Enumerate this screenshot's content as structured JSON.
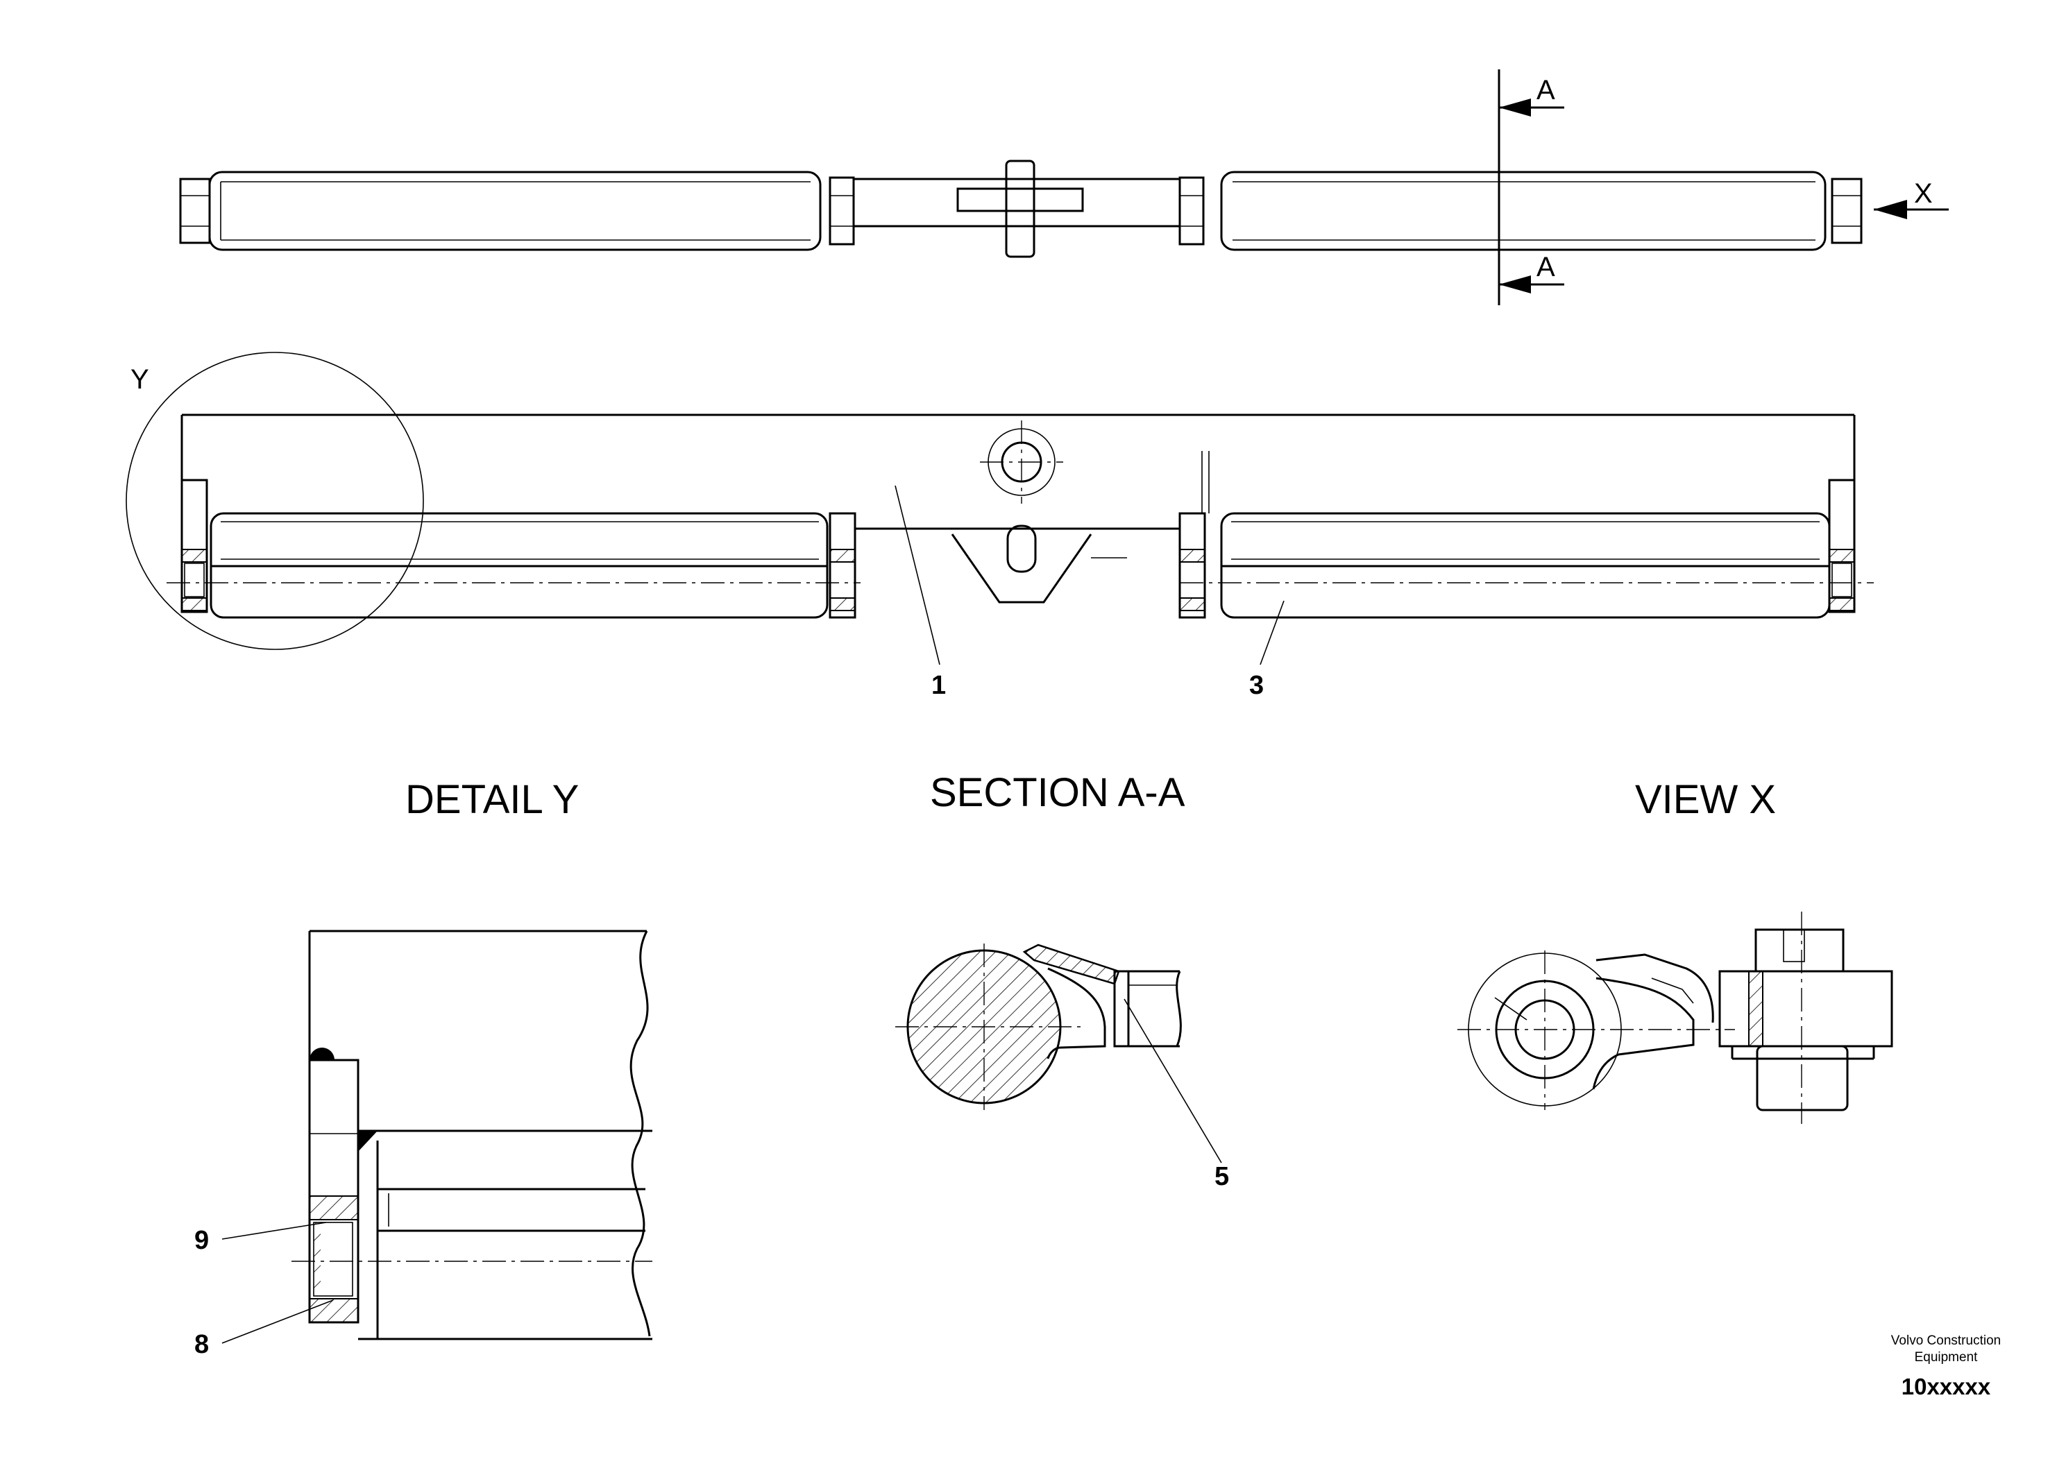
{
  "section_marks": {
    "a_top": "A",
    "a_bottom": "A",
    "view_arrow": "X",
    "detail_circle": "Y"
  },
  "titles": {
    "detail_y": "DETAIL Y",
    "section_aa": "SECTION A-A",
    "view_x": "VIEW X"
  },
  "callouts": {
    "c1": "1",
    "c3": "3",
    "c5": "5",
    "c8": "8",
    "c9": "9"
  },
  "footer": {
    "company_line1": "Volvo Construction",
    "company_line2": "Equipment",
    "drawing_no": "10xxxxx"
  }
}
